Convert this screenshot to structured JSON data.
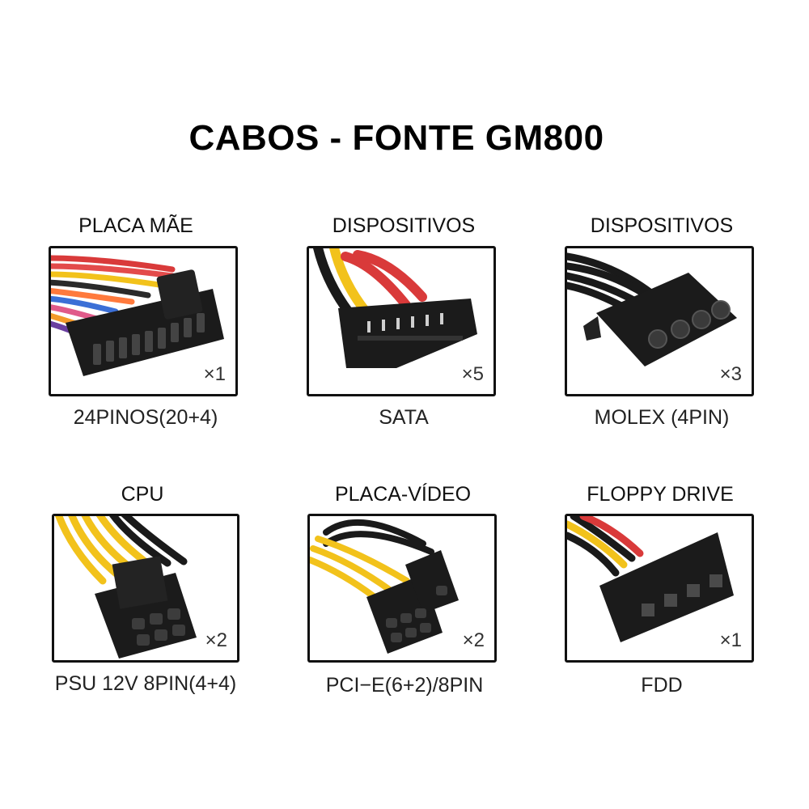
{
  "title": "CABOS - FONTE GM800",
  "connectors": [
    {
      "label": "PLACA MÃE",
      "quantity": "×1",
      "caption": "24PINOS(20+4)",
      "icon": "atx-24pin-connector-icon"
    },
    {
      "label": "DISPOSITIVOS",
      "quantity": "×5",
      "caption": "SATA",
      "icon": "sata-power-connector-icon"
    },
    {
      "label": "DISPOSITIVOS",
      "quantity": "×3",
      "caption": "MOLEX (4PIN)",
      "icon": "molex-connector-icon"
    },
    {
      "label": "CPU",
      "quantity": "×2",
      "caption": "PSU 12V 8PIN(4+4)",
      "icon": "cpu-8pin-connector-icon"
    },
    {
      "label": "PLACA-VÍDEO",
      "quantity": "×2",
      "caption": "PCI−E(6+2)/8PIN",
      "icon": "pcie-connector-icon"
    },
    {
      "label": "FLOPPY DRIVE",
      "quantity": "×1",
      "caption": "FDD",
      "icon": "floppy-connector-icon"
    }
  ],
  "colors": {
    "wire_red": "#d93a3a",
    "wire_yellow": "#f2c21b",
    "wire_black": "#1a1a1a",
    "connector": "#1b1b1b"
  }
}
